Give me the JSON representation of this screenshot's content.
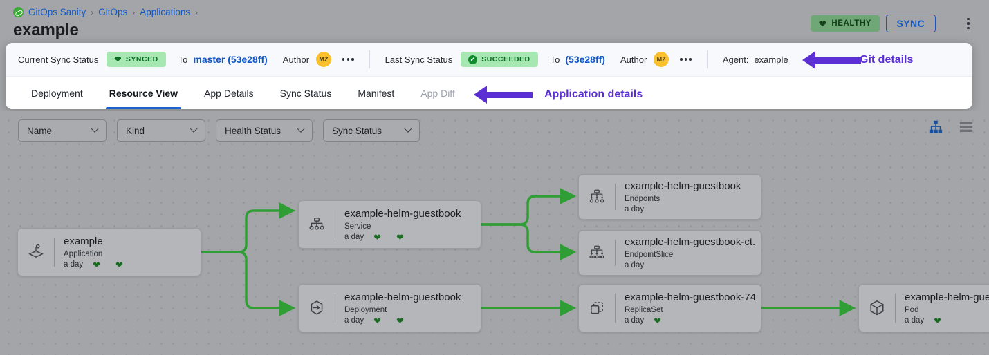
{
  "breadcrumb": {
    "logo_icon": "gitops-logo-icon",
    "items": [
      "GitOps Sanity",
      "GitOps",
      "Applications"
    ],
    "separator": "›"
  },
  "header": {
    "title": "example",
    "health_badge": {
      "label": "HEALTHY",
      "icon": "heart-icon",
      "color": "#6fa776"
    },
    "sync_button": "SYNC",
    "overflow_icon": "kebab-menu-icon"
  },
  "sync_strip": {
    "current": {
      "label": "Current Sync Status",
      "status": "SYNCED",
      "status_icon": "heart-icon",
      "to_label": "To",
      "revision": "master (53e28ff)",
      "author_label": "Author",
      "author_initials": "MZ",
      "overflow_icon": "kebab-menu-icon"
    },
    "last": {
      "label": "Last Sync Status",
      "status": "SUCCEEDED",
      "status_icon": "check-circle-icon",
      "to_label": "To",
      "revision": "(53e28ff)",
      "author_label": "Author",
      "author_initials": "MZ",
      "overflow_icon": "kebab-menu-icon"
    },
    "agent": {
      "label": "Agent:",
      "value": "example"
    }
  },
  "annotations": [
    {
      "text": "Git details",
      "color": "#5b2fd4",
      "icon": "left-arrow-annotation"
    },
    {
      "text": "Application details",
      "color": "#5b2fd4",
      "icon": "left-arrow-annotation"
    }
  ],
  "tabs": [
    {
      "label": "Deployment",
      "active": false,
      "muted": false
    },
    {
      "label": "Resource View",
      "active": true,
      "muted": false
    },
    {
      "label": "App Details",
      "active": false,
      "muted": false
    },
    {
      "label": "Sync Status",
      "active": false,
      "muted": false
    },
    {
      "label": "Manifest",
      "active": false,
      "muted": false
    },
    {
      "label": "App Diff",
      "active": false,
      "muted": true
    }
  ],
  "filters": [
    {
      "label": "Name",
      "icon": "chevron-down-icon"
    },
    {
      "label": "Kind",
      "icon": "chevron-down-icon"
    },
    {
      "label": "Health Status",
      "icon": "chevron-down-icon"
    },
    {
      "label": "Sync Status",
      "icon": "chevron-down-icon"
    }
  ],
  "view_toggles": [
    {
      "name": "tree-view-icon",
      "active": true
    },
    {
      "name": "list-view-icon",
      "active": false
    }
  ],
  "graph": {
    "edge_color": "#2f9e34",
    "nodes": [
      {
        "id": "app",
        "name": "example",
        "kind": "Application",
        "age": "a day",
        "hearts": 2,
        "icon": "application-icon"
      },
      {
        "id": "service",
        "name": "example-helm-guestbook",
        "kind": "Service",
        "age": "a day",
        "hearts": 2,
        "icon": "service-icon"
      },
      {
        "id": "deployment",
        "name": "example-helm-guestbook",
        "kind": "Deployment",
        "age": "a day",
        "hearts": 2,
        "icon": "deployment-icon"
      },
      {
        "id": "endpoints",
        "name": "example-helm-guestbook",
        "kind": "Endpoints",
        "age": "a day",
        "hearts": 0,
        "icon": "endpoints-icon"
      },
      {
        "id": "endpointslice",
        "name": "example-helm-guestbook-ct...",
        "kind": "EndpointSlice",
        "age": "a day",
        "hearts": 0,
        "icon": "endpointslice-icon"
      },
      {
        "id": "replicaset",
        "name": "example-helm-guestbook-74...",
        "kind": "ReplicaSet",
        "age": "a day",
        "hearts": 1,
        "icon": "replicaset-icon"
      },
      {
        "id": "pod",
        "name": "example-helm-guest",
        "kind": "Pod",
        "age": "a day",
        "hearts": 1,
        "icon": "pod-icon"
      }
    ]
  }
}
